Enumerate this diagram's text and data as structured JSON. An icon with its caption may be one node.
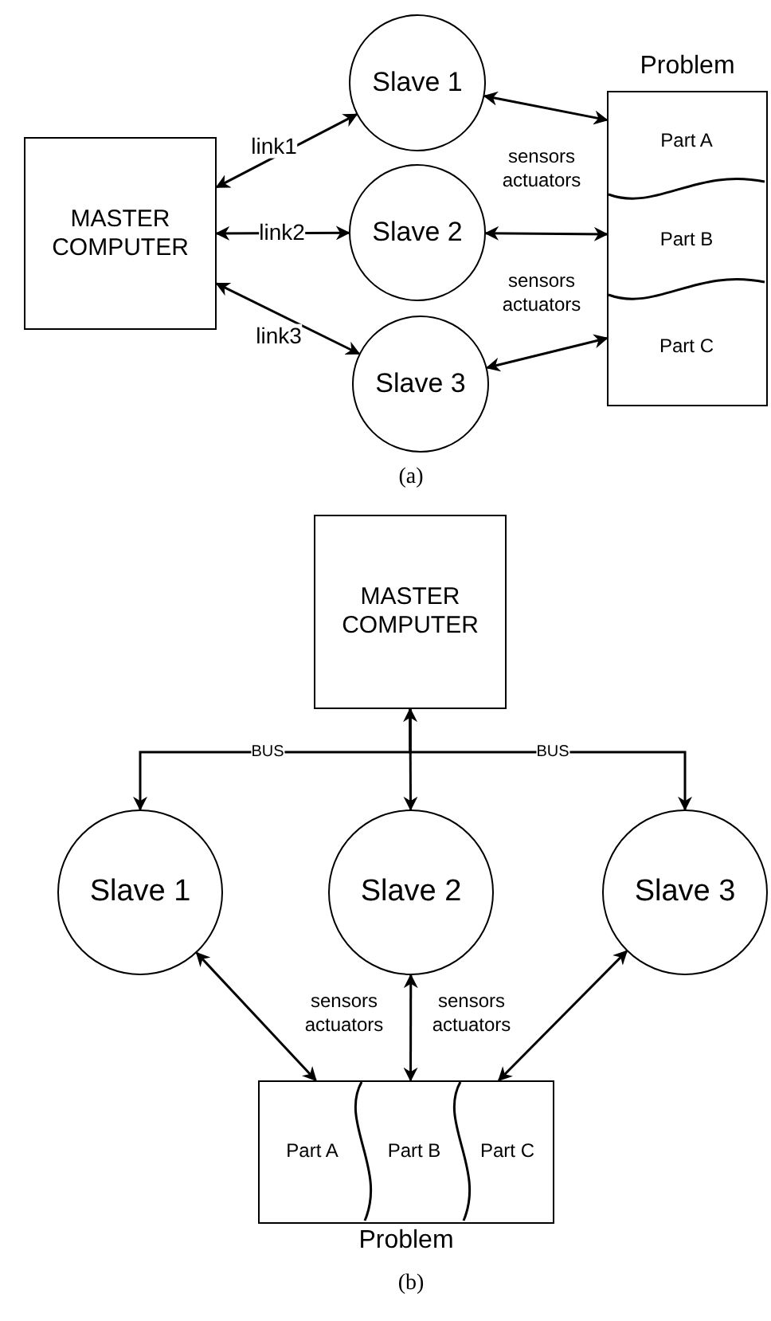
{
  "diagram": {
    "nodes": [
      {
        "text": [
          "MASTER COMPUTER"
        ]
      },
      {
        "text": [
          "Slave 1"
        ]
      },
      {
        "text": [
          "Slave 2"
        ]
      },
      {
        "text": [
          "Slave 3"
        ]
      },
      {
        "text": [
          "Problem"
        ]
      },
      {
        "text": [
          "Part A"
        ],
        "in": 4
      },
      {
        "text": [
          "Part B"
        ],
        "in": 4
      },
      {
        "text": [
          "Part C"
        ],
        "in": 4
      },
      {
        "text": [
          "MASTER COMPUTER"
        ]
      },
      {
        "text": [
          "Slave 1"
        ]
      },
      {
        "text": [
          "Slave 2"
        ]
      },
      {
        "text": [
          "Slave 3"
        ]
      },
      {
        "text": [
          "Problem"
        ]
      },
      {
        "text": [
          "Part A"
        ],
        "in": 12
      },
      {
        "text": [
          "Part B"
        ],
        "in": 12
      },
      {
        "text": [
          "Part C"
        ],
        "in": 12
      }
    ],
    "edges": [
      {
        "from": 0,
        "to": 1,
        "arrow": "both",
        "label": "link1"
      },
      {
        "from": 0,
        "to": 2,
        "arrow": "both",
        "label": "link2"
      },
      {
        "from": 0,
        "to": 3,
        "arrow": "both",
        "label": "link3"
      },
      {
        "from": 1,
        "to": 5,
        "arrow": "both"
      },
      {
        "from": 2,
        "to": 6,
        "arrow": "both"
      },
      {
        "from": 3,
        "to": 7,
        "arrow": "both"
      },
      {
        "from": 8,
        "to": 9,
        "arrow": "to",
        "label": "BUS"
      },
      {
        "from": 8,
        "to": 10,
        "arrow": "both"
      },
      {
        "from": 8,
        "to": 11,
        "arrow": "to",
        "label": "BUS"
      },
      {
        "from": 9,
        "to": 13,
        "arrow": "both"
      },
      {
        "from": 10,
        "to": 14,
        "arrow": "both"
      },
      {
        "from": 11,
        "to": 15,
        "arrow": "both"
      }
    ],
    "labels": [
      "sensors actuators",
      "sensors actuators",
      "(a)",
      "sensors actuators",
      "sensors actuators",
      "(b)"
    ]
  }
}
